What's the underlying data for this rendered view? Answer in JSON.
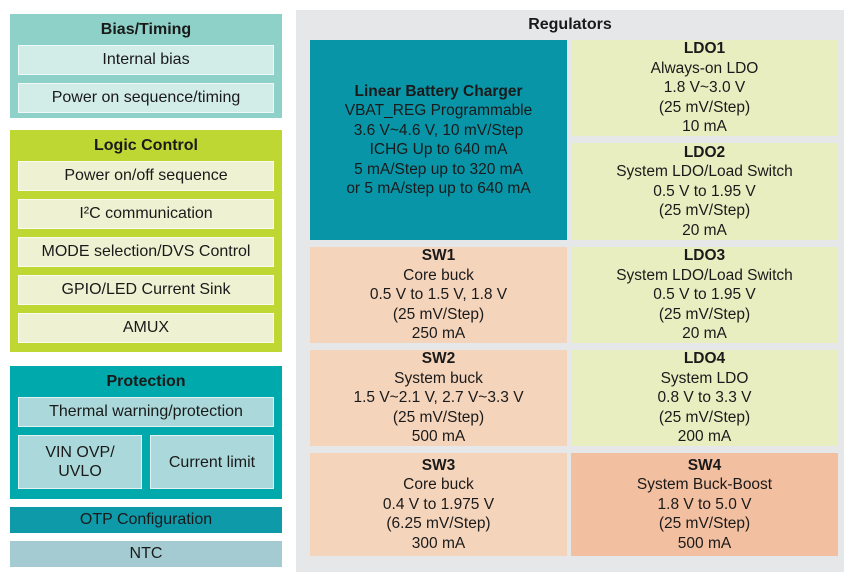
{
  "left_column": {
    "bias_timing": {
      "title": "Bias/Timing",
      "items": [
        "Internal bias",
        "Power on sequence/timing"
      ]
    },
    "logic_control": {
      "title": "Logic Control",
      "items": [
        "Power on/off sequence",
        "I²C communication",
        "MODE selection/DVS Control",
        "GPIO/LED Current Sink",
        "AMUX"
      ]
    },
    "protection": {
      "title": "Protection",
      "thermal_item": "Thermal warning/protection",
      "vin_line1": "VIN OVP/",
      "vin_line2": "UVLO",
      "current_item": "Current limit"
    },
    "otp_bar": "OTP Configuration",
    "ntc_bar": "NTC"
  },
  "regulators": {
    "title": "Regulators",
    "charger": {
      "title": "Linear Battery Charger",
      "lines": [
        "VBAT_REG Programmable",
        "3.6 V~4.6 V, 10 mV/Step",
        "ICHG Up to 640 mA",
        "5 mA/Step up to 320 mA",
        "or 5 mA/step up to 640 mA"
      ]
    },
    "sw1": {
      "title": "SW1",
      "lines": [
        "Core buck",
        "0.5 V to 1.5 V, 1.8 V",
        "(25 mV/Step)",
        "250 mA"
      ]
    },
    "sw2": {
      "title": "SW2",
      "lines": [
        "System buck",
        "1.5 V~2.1 V, 2.7 V~3.3 V",
        "(25 mV/Step)",
        "500 mA"
      ]
    },
    "sw3": {
      "title": "SW3",
      "lines": [
        "Core buck",
        "0.4 V to 1.975 V",
        "(6.25 mV/Step)",
        "300 mA"
      ]
    },
    "ldo1": {
      "title": "LDO1",
      "lines": [
        "Always-on LDO",
        "1.8 V~3.0 V",
        "(25 mV/Step)",
        "10 mA"
      ]
    },
    "ldo2": {
      "title": "LDO2",
      "lines": [
        "System LDO/Load Switch",
        "0.5 V to 1.95 V",
        "(25 mV/Step)",
        "20 mA"
      ]
    },
    "ldo3": {
      "title": "LDO3",
      "lines": [
        "System LDO/Load Switch",
        "0.5 V to 1.95 V",
        "(25 mV/Step)",
        "20 mA"
      ]
    },
    "ldo4": {
      "title": "LDO4",
      "lines": [
        "System LDO",
        "0.8 V to 3.3 V",
        "(25 mV/Step)",
        "200 mA"
      ]
    },
    "sw4": {
      "title": "SW4",
      "lines": [
        "System Buck-Boost",
        "1.8 V to 5.0 V",
        "(25 mV/Step)",
        "500 mA"
      ]
    }
  },
  "colors": {
    "bias_block": "#8ed1c8",
    "bias_item": "#d2ece8",
    "logic_block": "#bfd732",
    "logic_item": "#eef2d2",
    "protection_block": "#00a9ab",
    "protection_item": "#abd9db",
    "otp_bar": "#0e9aa9",
    "ntc_bar": "#a5cbd2",
    "panel_bg": "#e5e7e9",
    "charger_block": "#0995a8",
    "ldo_block": "#e9eec1",
    "sw_block": "#f5d4bc",
    "sw4_block": "#f2bfa0",
    "text": "#1a1a1a"
  }
}
